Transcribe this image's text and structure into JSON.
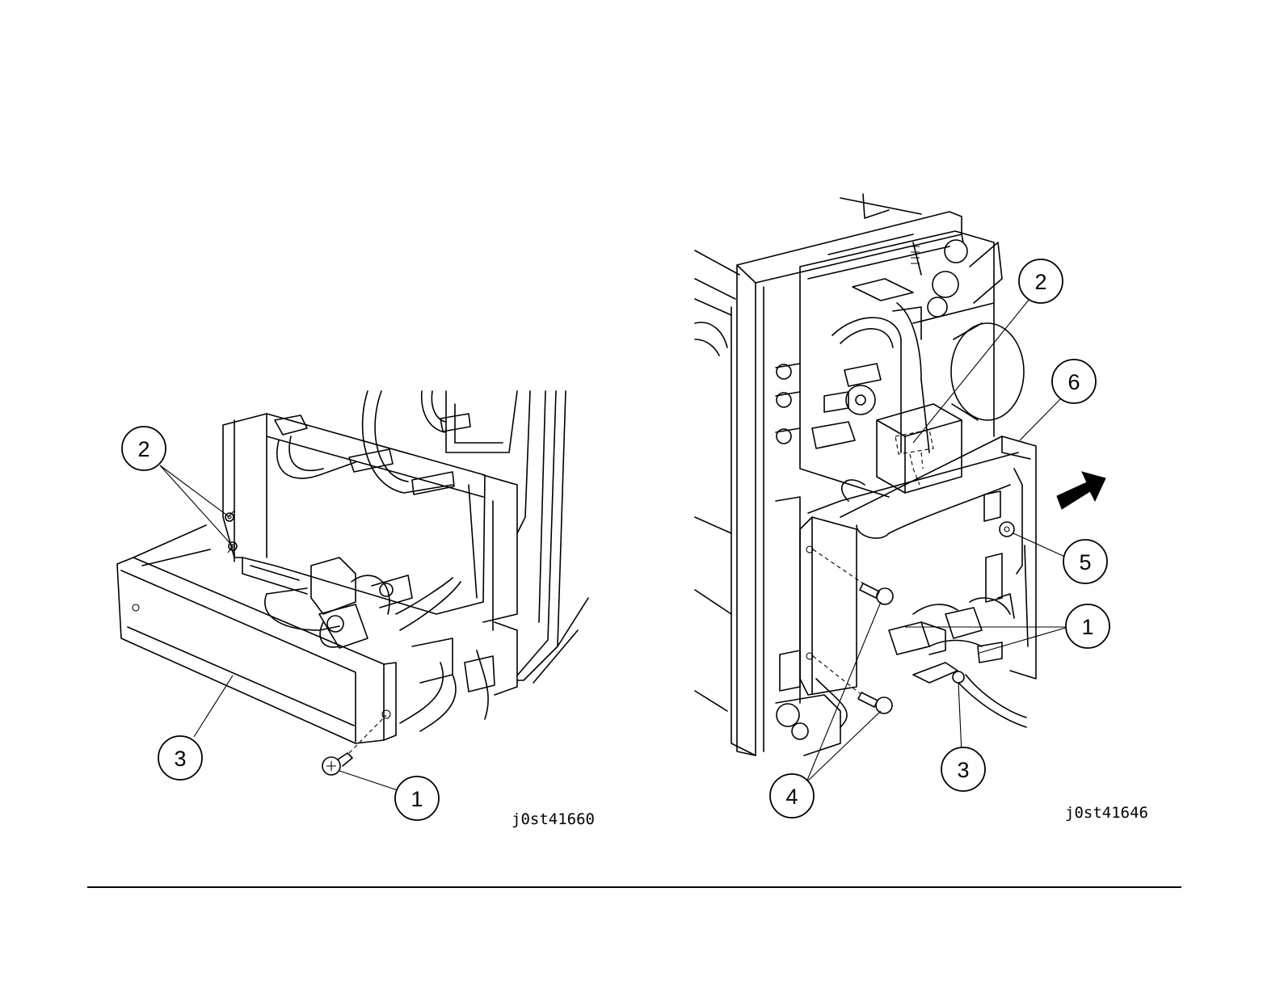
{
  "left_figure": {
    "id": "j0st41660",
    "callouts": [
      "1",
      "2",
      "3"
    ]
  },
  "right_figure": {
    "id": "j0st41646",
    "callouts": [
      "1",
      "2",
      "3",
      "4",
      "5",
      "6"
    ]
  },
  "colors": {
    "line": "#000000",
    "background": "#ffffff"
  }
}
